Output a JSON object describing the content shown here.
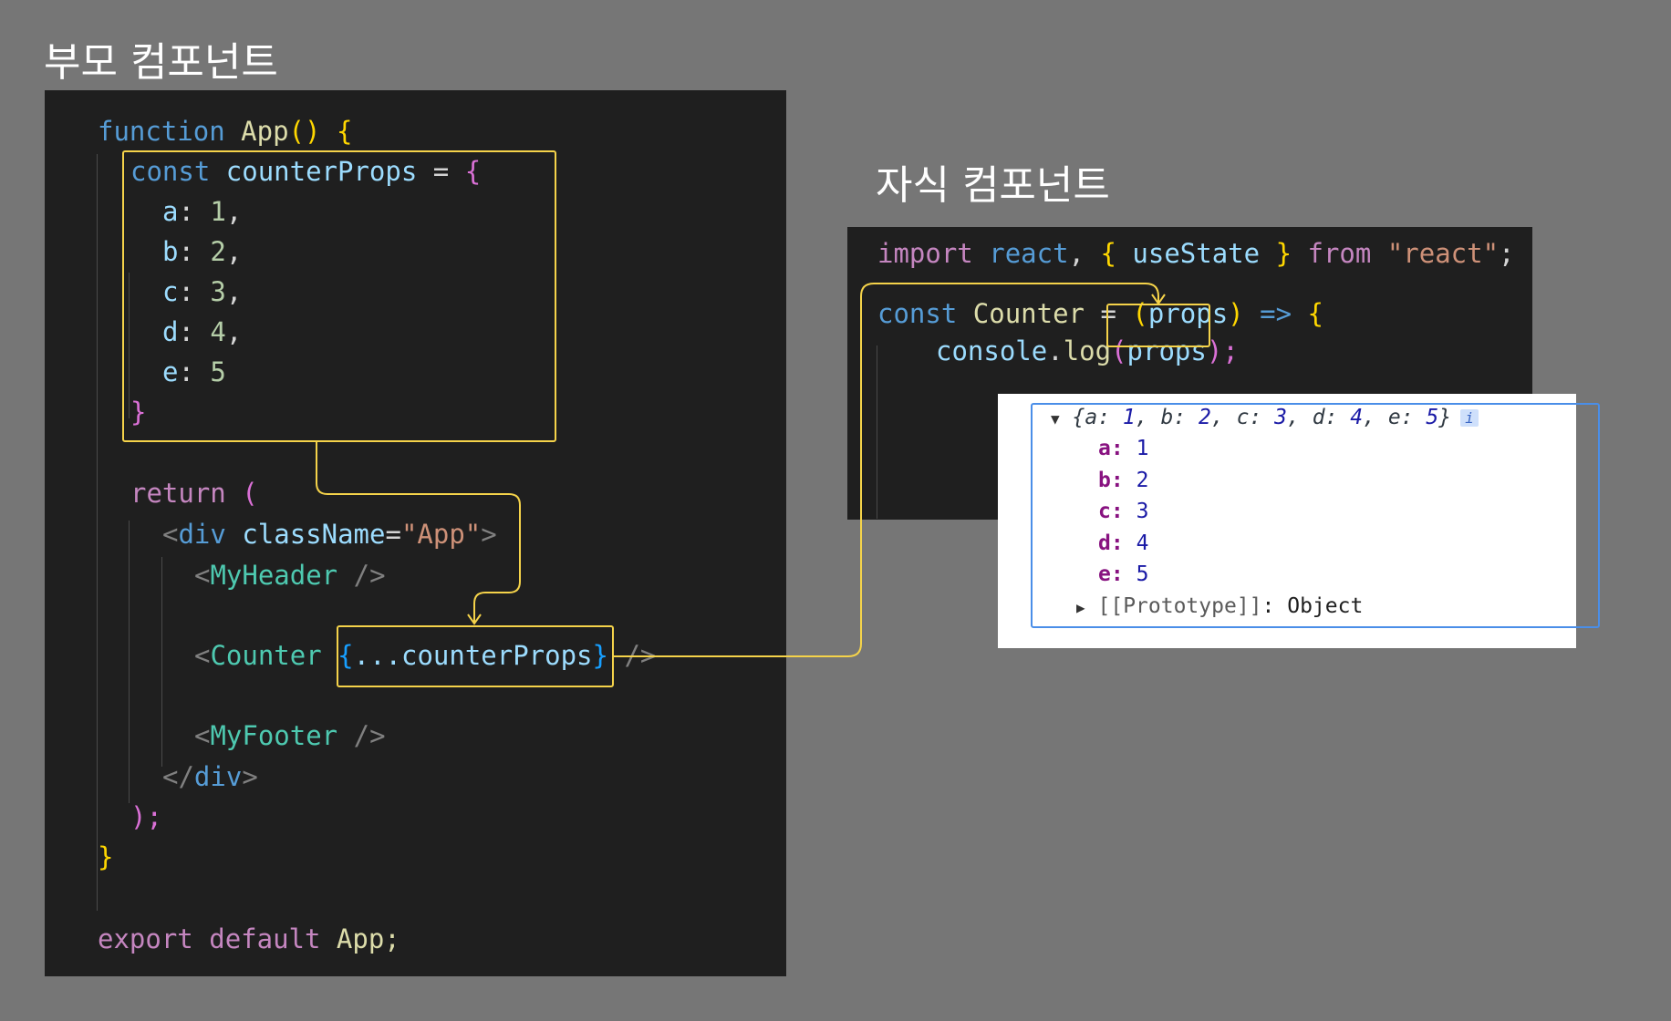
{
  "parent": {
    "title": "부모 컴포넌트",
    "code": {
      "kw_function": "function",
      "fn_app": "App",
      "paren_pair": "()",
      "brace_open": "{",
      "brace_close": "}",
      "kw_const": "const",
      "var_counterProps": "counterProps",
      "eq": " = ",
      "props": [
        {
          "key": "a",
          "value": "1",
          "sep": ","
        },
        {
          "key": "b",
          "value": "2",
          "sep": ","
        },
        {
          "key": "c",
          "value": "3",
          "sep": ","
        },
        {
          "key": "d",
          "value": "4",
          "sep": ","
        },
        {
          "key": "e",
          "value": "5",
          "sep": ""
        }
      ],
      "kw_return": "return",
      "paren_open": "(",
      "paren_close_semi": ");",
      "div_open_lt": "<",
      "tag_div": "div",
      "attr_className": "className",
      "attr_value": "\"App\"",
      "gt": ">",
      "tag_myheader": "MyHeader",
      "self_close": " />",
      "tag_counter": "Counter",
      "spread": "...counterProps",
      "tag_myfooter": "MyFooter",
      "div_close_lt": "</",
      "kw_export": "export",
      "kw_default": "default",
      "app_semi": "App;"
    }
  },
  "child": {
    "title": "자식 컴포넌트",
    "code": {
      "kw_import": "import",
      "mod_react": "react",
      "comma": ",",
      "useState": "useState",
      "kw_from": "from",
      "str_react": "\"react\"",
      "semi": ";",
      "kw_const": "const",
      "fn_counter": "Counter",
      "param_props": "props",
      "arrow": "=>",
      "console": "console",
      "log": "log",
      "props_arg": "props",
      "close_semi": ");"
    }
  },
  "console_output": {
    "summary": "{a: 1, b: 2, c: 3, d: 4, e: 5}",
    "summary_parts": [
      {
        "key": "a",
        "value": "1"
      },
      {
        "key": "b",
        "value": "2"
      },
      {
        "key": "c",
        "value": "3"
      },
      {
        "key": "d",
        "value": "4"
      },
      {
        "key": "e",
        "value": "5"
      }
    ],
    "info_badge": "i",
    "entries": [
      {
        "key": "a",
        "value": "1"
      },
      {
        "key": "b",
        "value": "2"
      },
      {
        "key": "c",
        "value": "3"
      },
      {
        "key": "d",
        "value": "4"
      },
      {
        "key": "e",
        "value": "5"
      }
    ],
    "prototype_label": "[[Prototype]]",
    "prototype_value": "Object",
    "expand_icon": "triangle-down-icon",
    "collapsed_icon": "triangle-right-icon"
  },
  "colors": {
    "background": "#767676",
    "editor_bg": "#1f1f1f",
    "highlight": "#f5d34a",
    "console_border": "#4a8ee8"
  }
}
